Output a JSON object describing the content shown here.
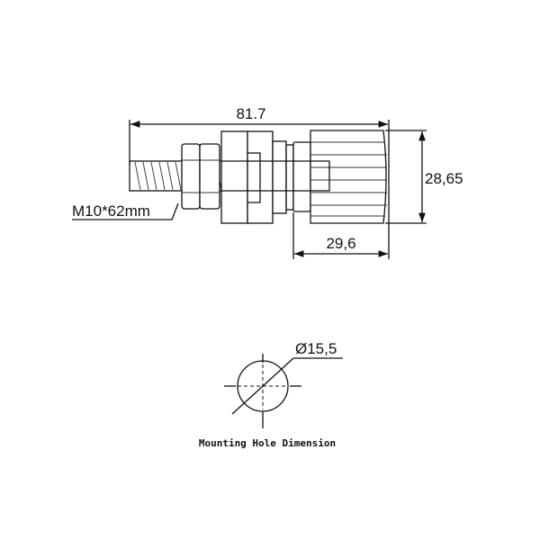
{
  "side_view": {
    "overall_length": "81.7",
    "cap_diameter": "28,65",
    "cap_length": "29,6",
    "thread_label": "M10*62mm"
  },
  "mounting_hole": {
    "diameter": "Ø15,5",
    "caption": "Mounting Hole Dimension"
  }
}
